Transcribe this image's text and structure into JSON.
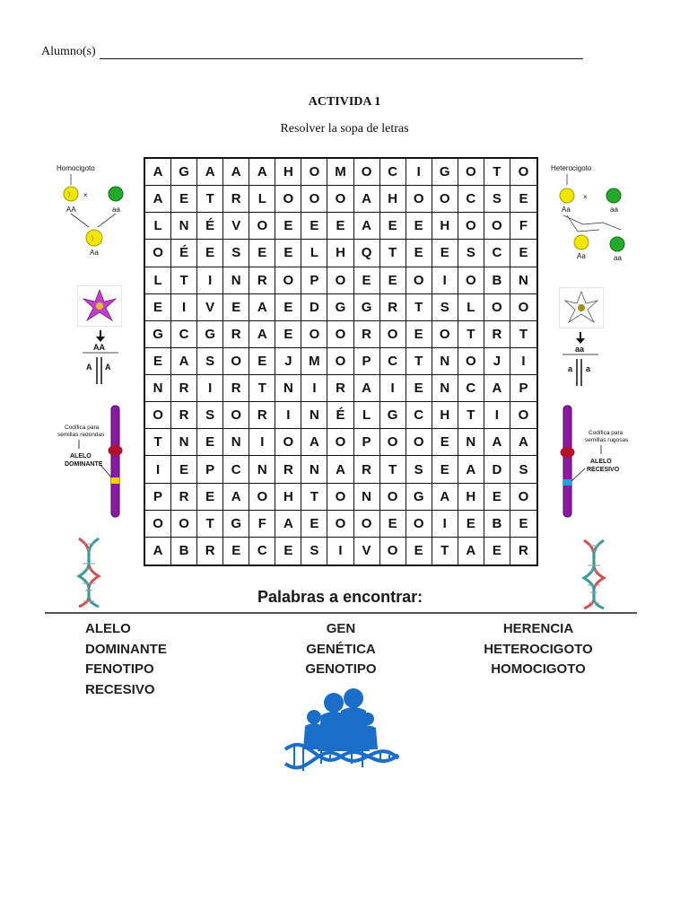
{
  "header": {
    "student_label": "Alumno(s)",
    "title": "ACTIVIDA 1",
    "subtitle": "Resolver la sopa de letras"
  },
  "puzzle": {
    "rows": [
      [
        "A",
        "G",
        "A",
        "A",
        "A",
        "H",
        "O",
        "M",
        "O",
        "C",
        "I",
        "G",
        "O",
        "T",
        "O"
      ],
      [
        "A",
        "E",
        "T",
        "R",
        "L",
        "O",
        "O",
        "O",
        "A",
        "H",
        "O",
        "O",
        "C",
        "S",
        "E"
      ],
      [
        "L",
        "N",
        "É",
        "V",
        "O",
        "E",
        "E",
        "E",
        "A",
        "E",
        "E",
        "H",
        "O",
        "O",
        "F"
      ],
      [
        "O",
        "É",
        "E",
        "S",
        "E",
        "E",
        "L",
        "H",
        "Q",
        "T",
        "E",
        "E",
        "S",
        "C",
        "E"
      ],
      [
        "L",
        "T",
        "I",
        "N",
        "R",
        "O",
        "P",
        "O",
        "E",
        "E",
        "O",
        "I",
        "O",
        "B",
        "N"
      ],
      [
        "E",
        "I",
        "V",
        "E",
        "A",
        "E",
        "D",
        "G",
        "G",
        "R",
        "T",
        "S",
        "L",
        "O",
        "O"
      ],
      [
        "G",
        "C",
        "G",
        "R",
        "A",
        "E",
        "O",
        "O",
        "R",
        "O",
        "E",
        "O",
        "T",
        "R",
        "T"
      ],
      [
        "E",
        "A",
        "S",
        "O",
        "E",
        "J",
        "M",
        "O",
        "P",
        "C",
        "T",
        "N",
        "O",
        "J",
        "I"
      ],
      [
        "N",
        "R",
        "I",
        "R",
        "T",
        "N",
        "I",
        "R",
        "A",
        "I",
        "E",
        "N",
        "C",
        "A",
        "P"
      ],
      [
        "O",
        "R",
        "S",
        "O",
        "R",
        "I",
        "N",
        "É",
        "L",
        "G",
        "C",
        "H",
        "T",
        "I",
        "O"
      ],
      [
        "T",
        "N",
        "E",
        "N",
        "I",
        "O",
        "A",
        "O",
        "P",
        "O",
        "O",
        "E",
        "N",
        "A",
        "A"
      ],
      [
        "I",
        "E",
        "P",
        "C",
        "N",
        "R",
        "N",
        "A",
        "R",
        "T",
        "S",
        "E",
        "A",
        "D",
        "S"
      ],
      [
        "P",
        "R",
        "E",
        "A",
        "O",
        "H",
        "T",
        "O",
        "N",
        "O",
        "G",
        "A",
        "H",
        "E",
        "O"
      ],
      [
        "O",
        "O",
        "T",
        "G",
        "F",
        "A",
        "E",
        "O",
        "O",
        "E",
        "O",
        "I",
        "E",
        "B",
        "E"
      ],
      [
        "A",
        "B",
        "R",
        "E",
        "C",
        "E",
        "S",
        "I",
        "V",
        "O",
        "E",
        "T",
        "A",
        "E",
        "R"
      ]
    ]
  },
  "left_figures": {
    "homo_label": "Homocigoto",
    "homo_top_left": "AA",
    "homo_top_right": "aa",
    "homo_bottom": "Aa",
    "allele_pair": "AA",
    "allele_letter_left": "A",
    "allele_letter_right": "A",
    "chromo_text": "Codifica para semillas redondas",
    "chromo_allele": "ALELO DOMINANTE"
  },
  "right_figures": {
    "hetero_label": "Heterocigoto",
    "hetero_top_left": "Aa",
    "hetero_top_right": "aa",
    "hetero_bottom_left": "Aa",
    "hetero_bottom_right": "aa",
    "allele_pair": "aa",
    "allele_letter_left": "a",
    "allele_letter_right": "a",
    "chromo_text": "Codifica para semillas rugosas",
    "chromo_allele": "ALELO RECESIVO"
  },
  "words_section": {
    "header": "Palabras a encontrar:",
    "col1": [
      "ALELO",
      "DOMINANTE",
      "FENOTIPO",
      "RECESIVO"
    ],
    "col2": [
      "GEN",
      "GENÉTICA",
      "GENOTIPO"
    ],
    "col3": [
      "HERENCIA",
      "HETEROCIGOTO",
      "HOMOCIGOTO"
    ]
  },
  "colors": {
    "pea_yellow": "#f2e600",
    "pea_green": "#22a82a",
    "flower_purple": "#c040c8",
    "chromosome": "#8a1aa0",
    "dna_red": "#d05050",
    "dna_teal": "#3a9a9a",
    "family_blue": "#1a6ec8"
  },
  "icons": [
    "pea-cross-icon",
    "flower-icon",
    "chromosome-icon",
    "dna-icon",
    "family-dna-icon"
  ]
}
